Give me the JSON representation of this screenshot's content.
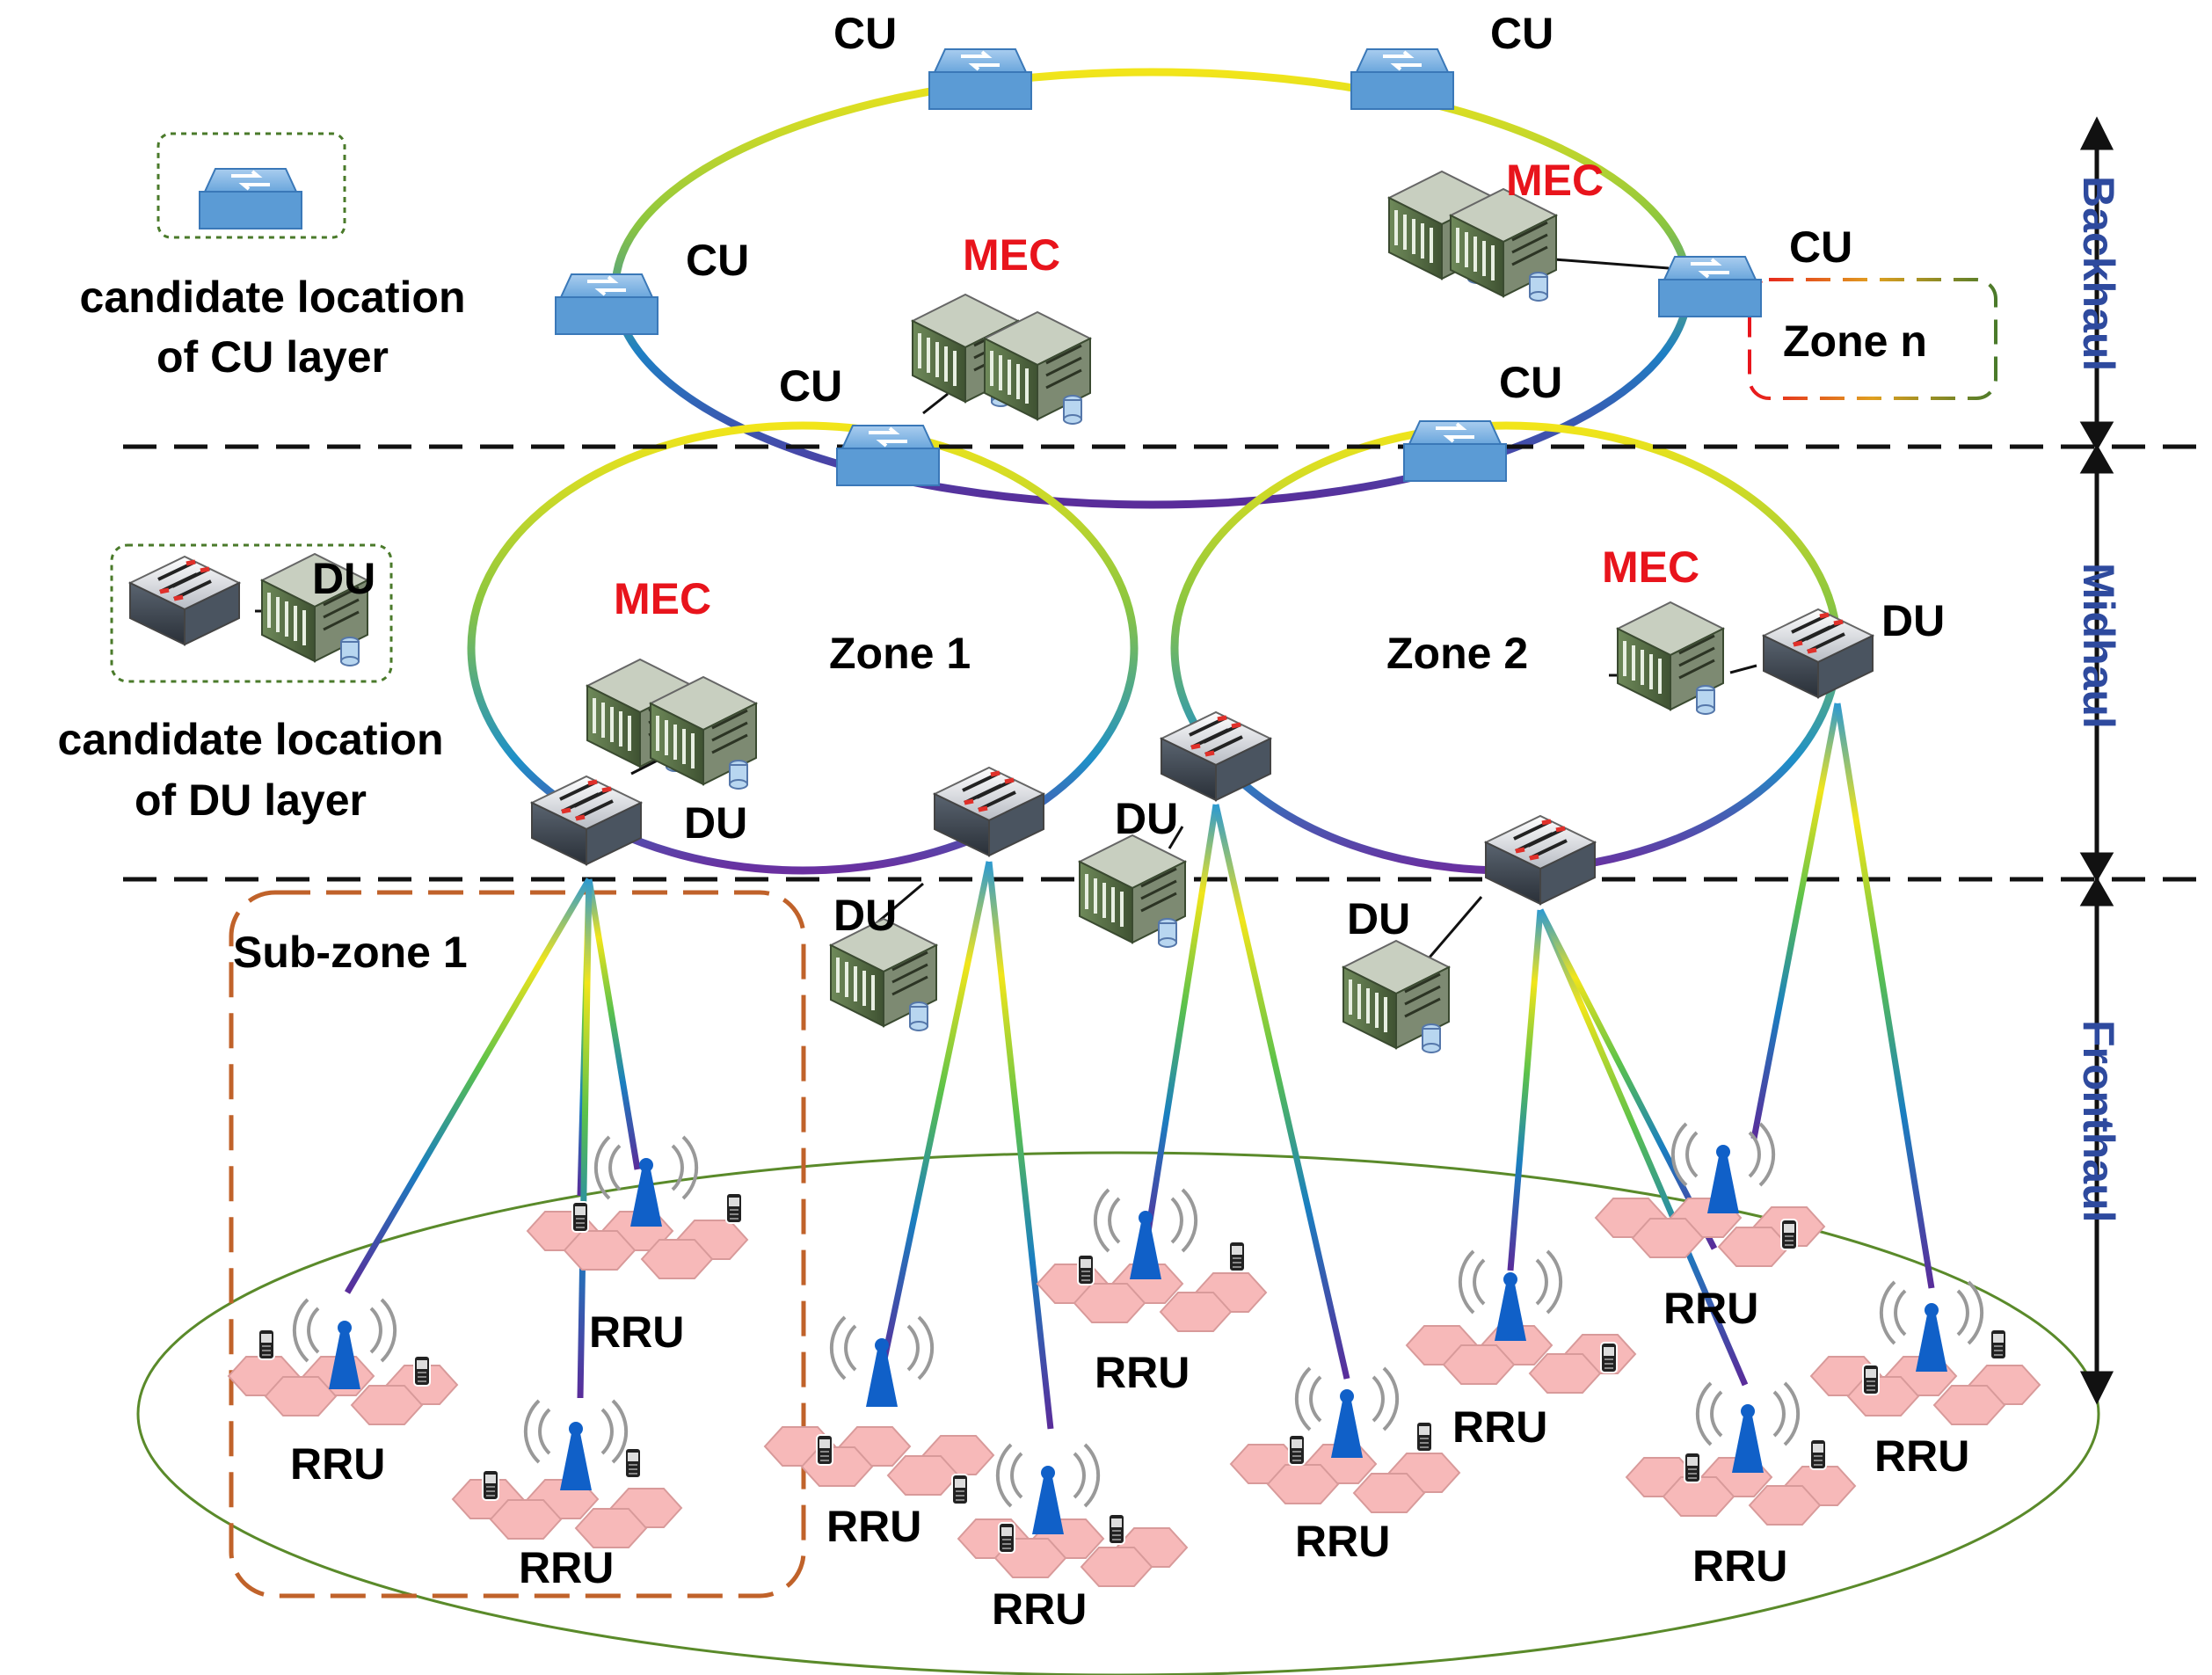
{
  "legend": {
    "cu_caption_line1": "candidate location",
    "cu_caption_line2": "of CU layer",
    "du_caption_line1": "candidate location",
    "du_caption_line2": "of DU layer",
    "du_tag": "DU"
  },
  "layers": {
    "backhaul": "Backhaul",
    "midhaul": "Midhaul",
    "fronthaul": "Fronthaul"
  },
  "zones": {
    "zone1": "Zone 1",
    "zone2": "Zone 2",
    "zone_n": "Zone n",
    "subzone1": "Sub-zone 1"
  },
  "labels": {
    "cu": "CU",
    "du": "DU",
    "mec": "MEC",
    "rru": "RRU"
  },
  "colors": {
    "mec_text": "#e8141c",
    "layer_text": "#2e4a9e",
    "subzone_border": "#c0622a",
    "coverage_border": "#5a8a2a",
    "legend_border": "#4a7a2a",
    "cell_fill": "#f7b9b9",
    "antenna_blue": "#1060c8",
    "cu_switch_blue": "#5b9bd5"
  }
}
